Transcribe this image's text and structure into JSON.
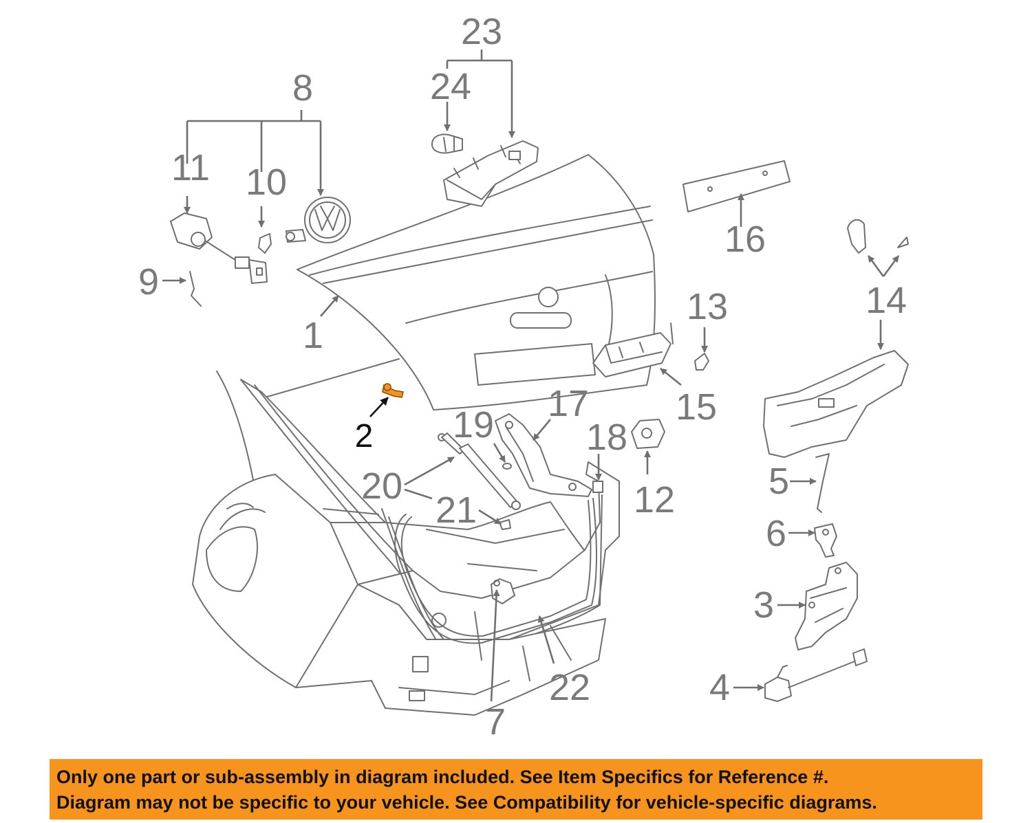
{
  "diagram": {
    "callouts": [
      {
        "id": "1",
        "label": "1"
      },
      {
        "id": "2",
        "label": "2"
      },
      {
        "id": "3",
        "label": "3"
      },
      {
        "id": "4",
        "label": "4"
      },
      {
        "id": "5",
        "label": "5"
      },
      {
        "id": "6",
        "label": "6"
      },
      {
        "id": "7",
        "label": "7"
      },
      {
        "id": "8",
        "label": "8"
      },
      {
        "id": "9",
        "label": "9"
      },
      {
        "id": "10",
        "label": "10"
      },
      {
        "id": "11",
        "label": "11"
      },
      {
        "id": "12",
        "label": "12"
      },
      {
        "id": "13",
        "label": "13"
      },
      {
        "id": "14",
        "label": "14"
      },
      {
        "id": "15",
        "label": "15"
      },
      {
        "id": "16",
        "label": "16"
      },
      {
        "id": "17",
        "label": "17"
      },
      {
        "id": "18",
        "label": "18"
      },
      {
        "id": "19",
        "label": "19"
      },
      {
        "id": "20",
        "label": "20"
      },
      {
        "id": "21",
        "label": "21"
      },
      {
        "id": "22",
        "label": "22"
      },
      {
        "id": "23",
        "label": "23"
      },
      {
        "id": "24",
        "label": "24"
      }
    ],
    "highlighted_part": "2",
    "colors": {
      "lines": "#6f6f6f",
      "labels": "#7a7a7a",
      "highlight_part": "#f7941d",
      "highlight_label": "#111111"
    }
  },
  "notice": {
    "line1": "Only one part or sub-assembly in diagram included. See Item Specifics for Reference #.",
    "line2": "Diagram may not be specific to your vehicle. See Compatibility for vehicle-specific diagrams.",
    "background_color": "#f7941d"
  }
}
